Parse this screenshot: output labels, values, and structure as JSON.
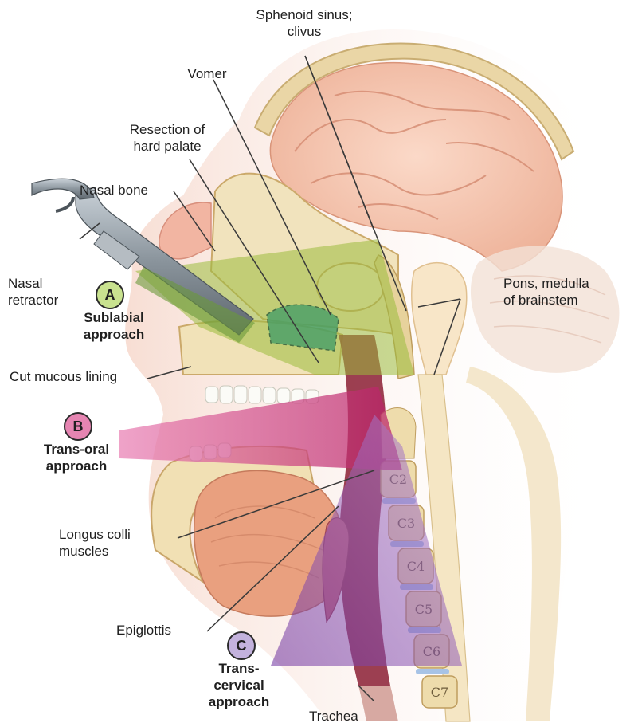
{
  "labels": {
    "sphenoid_line1": "Sphenoid sinus;",
    "sphenoid_line2": "clivus",
    "vomer": "Vomer",
    "resection_line1": "Resection of",
    "resection_line2": "hard palate",
    "nasal_bone": "Nasal bone",
    "nasal_retractor_line1": "Nasal",
    "nasal_retractor_line2": "retractor",
    "pons_line1": "Pons, medulla",
    "pons_line2": "of brainstem",
    "cut_mucous": "Cut mucous lining",
    "longus_line1": "Longus colli",
    "longus_line2": "muscles",
    "epiglottis": "Epiglottis",
    "trachea": "Trachea"
  },
  "approaches": {
    "a": {
      "badge": "A",
      "line1": "Sublabial",
      "line2": "approach",
      "color": "#c9e28f"
    },
    "b": {
      "badge": "B",
      "line1": "Trans-oral",
      "line2": "approach",
      "color": "#e685b2"
    },
    "c": {
      "badge": "C",
      "line1": "Trans-",
      "line2": "cervical",
      "line3": "approach",
      "color": "#c3b2dd"
    }
  },
  "vertebrae": [
    "C2",
    "C3",
    "C4",
    "C5",
    "C6",
    "C7"
  ],
  "colors": {
    "skin": "#f6d8cc",
    "brain": "#f7c8b4",
    "bone": "#efe0b5",
    "sublabial_wedge": "#9bbc3c",
    "transoral_wedge": "#c8236f",
    "transcervical_wedge": "#7e3aa8",
    "disc": "#a7c3e6"
  }
}
